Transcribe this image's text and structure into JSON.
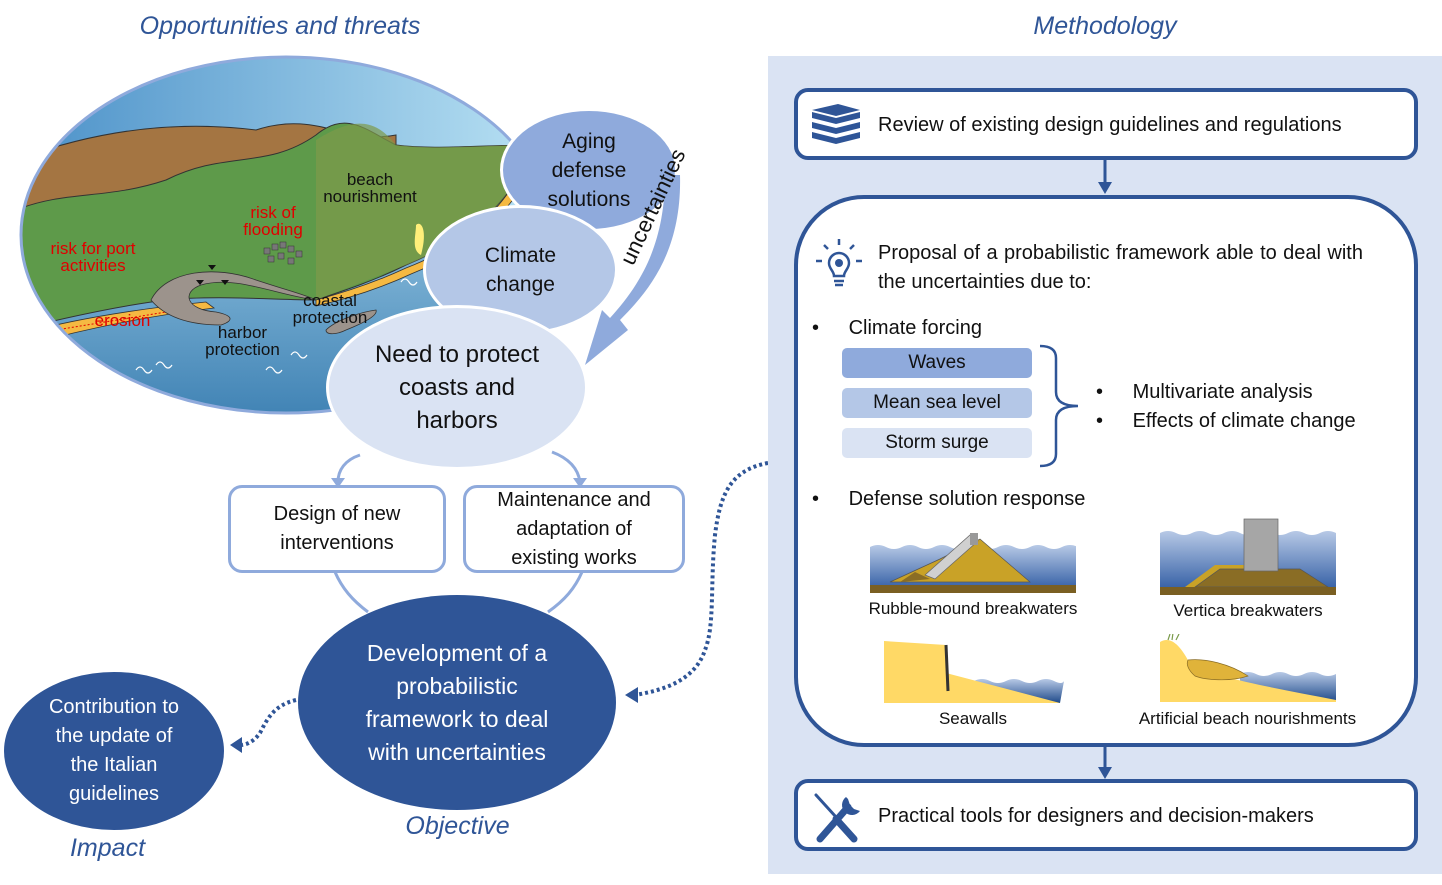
{
  "left": {
    "title": "Opportunities and threats",
    "illustration_labels": {
      "risk_port": "risk for port\nactivities",
      "risk_flooding": "risk of\nflooding",
      "beach_nourishment": "beach\nnourishment",
      "erosion": "erosion",
      "harbor_protection": "harbor\nprotection",
      "coastal_protection": "coastal\nprotection"
    },
    "bubbles": {
      "aging": "Aging defense solutions",
      "climate": "Climate change",
      "need": "Need to protect coasts and harbors"
    },
    "uncertainties_label": "uncertainties",
    "boxes": {
      "design": "Design of new interventions",
      "maintenance": "Maintenance and adaptation of existing works"
    },
    "objective": {
      "text": "Development of a probabilistic framework to deal with uncertainties",
      "label": "Objective"
    },
    "impact": {
      "text": "Contribution to the update of the Italian guidelines",
      "label": "Impact"
    }
  },
  "methodology": {
    "title": "Methodology",
    "review": "Review of existing design guidelines and regulations",
    "proposal": "Proposal of a probabilistic framework able to deal with the uncertainties due to:",
    "climate_forcing": "Climate forcing",
    "forcings": [
      "Waves",
      "Mean sea level",
      "Storm surge"
    ],
    "analysis": [
      "Multivariate analysis",
      "Effects of climate change"
    ],
    "defense_response": "Defense solution response",
    "solutions": [
      "Rubble-mound breakwaters",
      "Vertica breakwaters",
      "Seawalls",
      "Artificial beach nourishments"
    ],
    "tools": "Practical tools for designers and decision-makers"
  },
  "colors": {
    "dark_blue": "#2f5597",
    "mid_blue": "#8faadc",
    "light_blue": "#b4c7e7",
    "pale_blue": "#dae3f3",
    "red_label": "#e00000"
  }
}
